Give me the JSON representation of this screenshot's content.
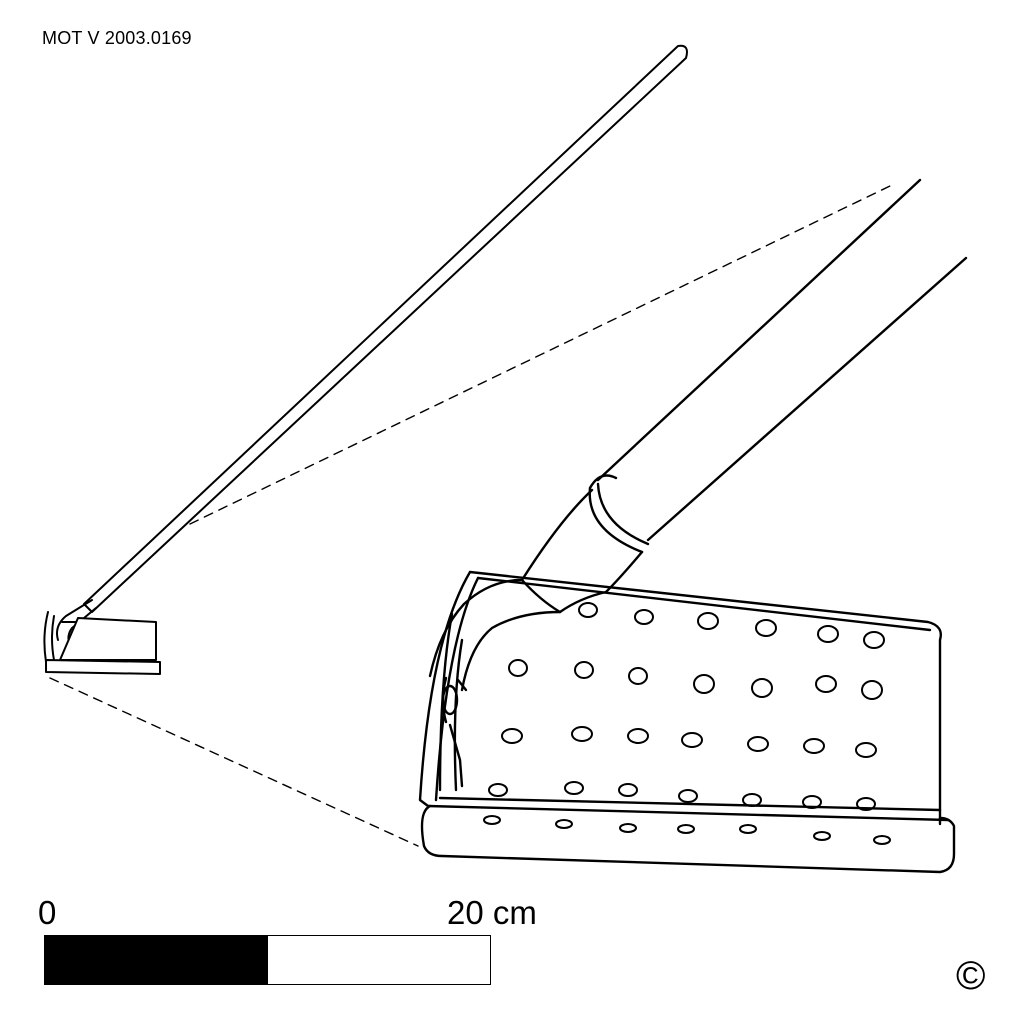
{
  "catalog_number": "MOT V 2003.0169",
  "scale_bar": {
    "start_label": "0",
    "end_label": "20 cm"
  },
  "copyright_symbol": "©",
  "colors": {
    "line": "#000000",
    "background": "#ffffff"
  },
  "icons": [
    "hoe-overview-drawing",
    "hoe-blade-detail-drawing",
    "copyright-icon"
  ]
}
